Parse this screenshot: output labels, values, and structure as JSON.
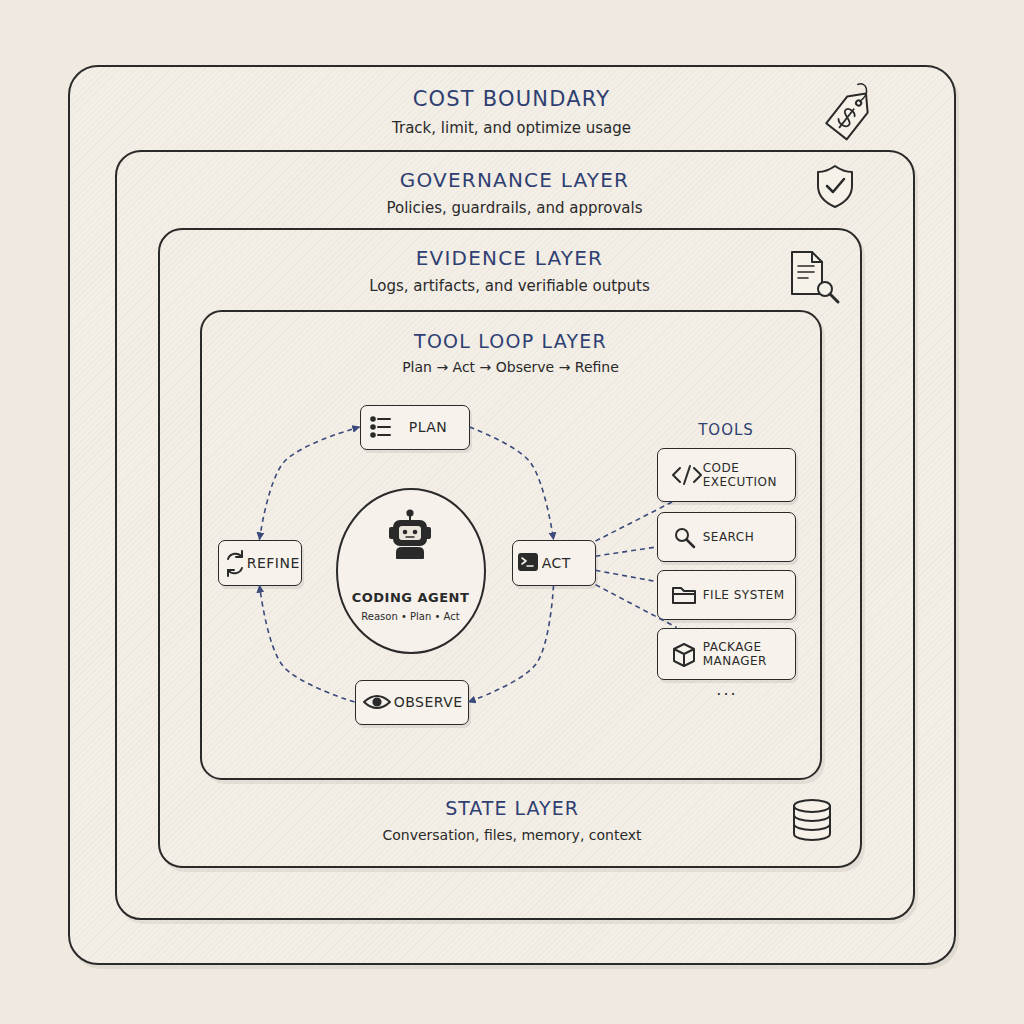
{
  "diagram": {
    "nodes": [
      {
        "text": [
          "COST BOUNDARY",
          "Track, limit, and optimize usage"
        ]
      },
      {
        "text": [
          "GOVERNANCE LAYER",
          "Policies, guardrails, and approvals"
        ],
        "in": 0
      },
      {
        "text": [
          "EVIDENCE LAYER",
          "Logs, artifacts, and verifiable outputs"
        ],
        "in": 1
      },
      {
        "text": [
          "TOOL LOOP LAYER",
          "Plan → Act → Observe → Refine"
        ],
        "in": 2
      },
      {
        "text": [
          "PLAN"
        ],
        "in": 3
      },
      {
        "text": [
          "REFINE"
        ],
        "in": 3
      },
      {
        "text": [
          "CODING AGENT",
          "Reason • Plan • Act"
        ],
        "in": 3
      },
      {
        "text": [
          "ACT"
        ],
        "in": 3
      },
      {
        "text": [
          "OBSERVE"
        ],
        "in": 3
      },
      {
        "text": [
          "CODE EXECUTION"
        ],
        "in": 3
      },
      {
        "text": [
          "SEARCH"
        ],
        "in": 3
      },
      {
        "text": [
          "FILE SYSTEM"
        ],
        "in": 3
      },
      {
        "text": [
          "PACKAGE MANAGER"
        ],
        "in": 3
      }
    ],
    "edges": [
      {
        "from": 4,
        "to": 7,
        "arrow": "to"
      },
      {
        "from": 7,
        "to": 8,
        "arrow": "to"
      },
      {
        "from": 8,
        "to": 5,
        "arrow": "to"
      },
      {
        "from": 5,
        "to": 4,
        "arrow": "both"
      },
      {
        "from": 7,
        "to": 9,
        "arrow": "none"
      },
      {
        "from": 7,
        "to": 10,
        "arrow": "none"
      },
      {
        "from": 7,
        "to": 11,
        "arrow": "none"
      },
      {
        "from": 7,
        "to": 12,
        "arrow": "none"
      }
    ],
    "labels": [
      "TOOLS",
      "...",
      "STATE LAYER",
      "Conversation, files, memory, context"
    ]
  }
}
